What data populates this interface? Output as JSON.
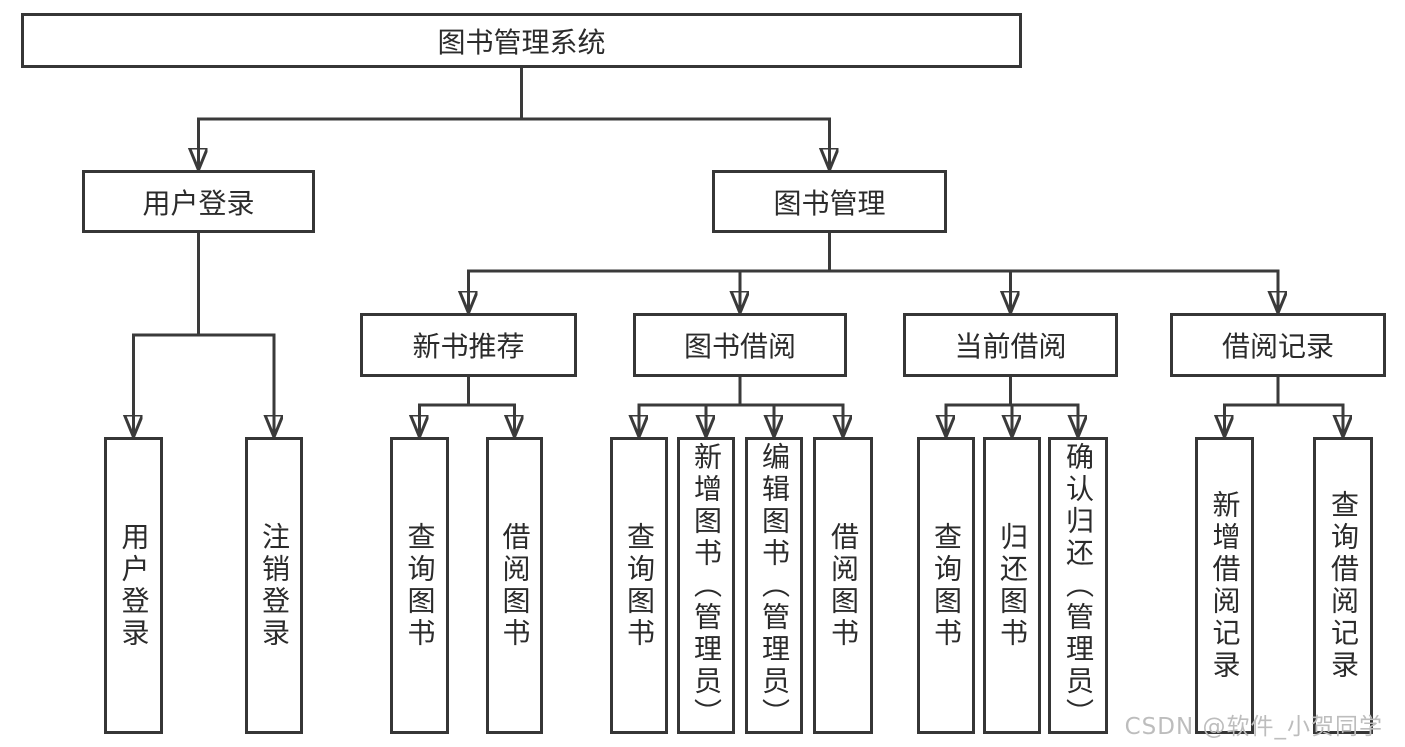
{
  "tree": {
    "label": "图书管理系统",
    "children": [
      {
        "label": "用户登录",
        "children": [
          {
            "label": "用户登录"
          },
          {
            "label": "注销登录"
          }
        ]
      },
      {
        "label": "图书管理",
        "children": [
          {
            "label": "新书推荐",
            "children": [
              {
                "label": "查询图书"
              },
              {
                "label": "借阅图书"
              }
            ]
          },
          {
            "label": "图书借阅",
            "children": [
              {
                "label": "查询图书"
              },
              {
                "label": "新增图书（管理员）"
              },
              {
                "label": "编辑图书（管理员）"
              },
              {
                "label": "借阅图书"
              }
            ]
          },
          {
            "label": "当前借阅",
            "children": [
              {
                "label": "查询图书"
              },
              {
                "label": "归还图书"
              },
              {
                "label": "确认归还（管理员）"
              }
            ]
          },
          {
            "label": "借阅记录",
            "children": [
              {
                "label": "新增借阅记录"
              },
              {
                "label": "查询借阅记录"
              }
            ]
          }
        ]
      }
    ]
  },
  "watermark": "CSDN @软件_小贺同学",
  "colors": {
    "line": "#3a3a3a",
    "box_border": "#363636",
    "text": "#2b2b2b",
    "watermark": "#bdbdbd",
    "background": "#ffffff"
  }
}
